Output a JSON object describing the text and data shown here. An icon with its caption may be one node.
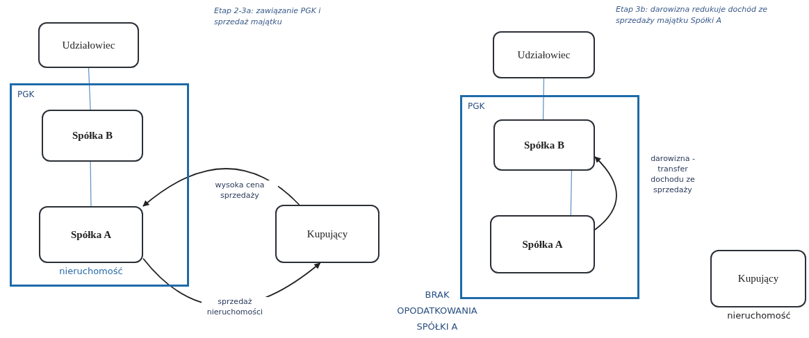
{
  "diagram": {
    "nodes": [
      {
        "text": [
          "PGK"
        ]
      },
      {
        "text": [
          "Udziałowiec"
        ]
      },
      {
        "text": [
          "Spółka B"
        ],
        "in": 0
      },
      {
        "text": [
          "Spółka A"
        ],
        "in": 0,
        "beside": [
          "nieruchomość"
        ]
      },
      {
        "text": [
          "Kupujący"
        ]
      },
      {
        "text": [
          "PGK"
        ]
      },
      {
        "text": [
          "Udziałowiec"
        ]
      },
      {
        "text": [
          "Spółka B"
        ],
        "in": 5
      },
      {
        "text": [
          "Spółka A"
        ],
        "in": 5
      },
      {
        "text": [
          "Kupujący"
        ],
        "beside": [
          "nieruchomość"
        ]
      }
    ],
    "edges": [
      {
        "from": 1,
        "to": 2,
        "arrow": "none"
      },
      {
        "from": 2,
        "to": 3,
        "arrow": "none"
      },
      {
        "from": 4,
        "to": 3,
        "arrow": "to",
        "label": "wysoka cena sprzedaży",
        "color": "#222222"
      },
      {
        "from": 3,
        "to": 4,
        "arrow": "to",
        "label": "sprzedaż nieruchomości",
        "color": "#222222"
      },
      {
        "from": 6,
        "to": 7,
        "arrow": "none"
      },
      {
        "from": 7,
        "to": 8,
        "arrow": "none"
      },
      {
        "from": 8,
        "to": 7,
        "arrow": "to",
        "label": "darowizna - transfer dochodu ze sprzedaży",
        "color": "#222222"
      }
    ],
    "labels": [
      "Etap 2-3a: zawiązanie PGK i sprzedaż majątku",
      "Etap 3b: darowizna redukuje dochód ze sprzedaży majątku Spółki A",
      "BRAK OPODATKOWANIA SPÓŁKI A"
    ]
  }
}
